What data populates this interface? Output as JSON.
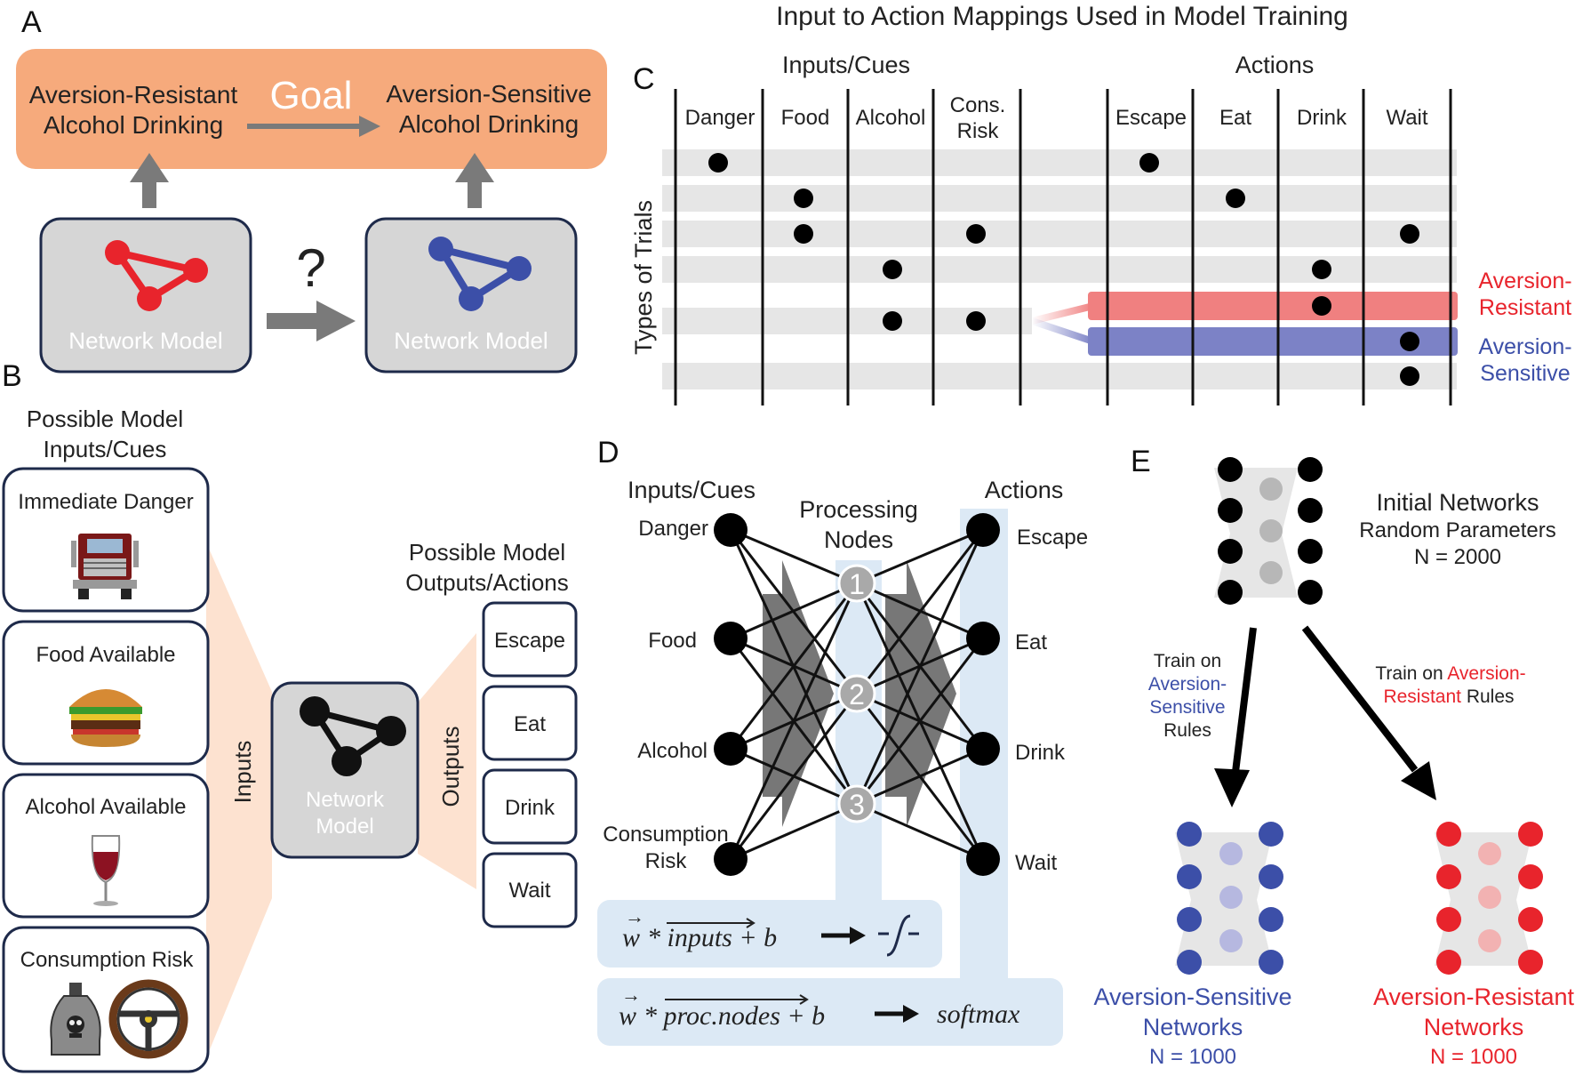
{
  "title": "Input to Action Mappings Used in Model Training",
  "panels": {
    "a": "A",
    "b": "B",
    "c": "C",
    "d": "D",
    "e": "E"
  },
  "panel_a": {
    "goal": "Goal",
    "from_line1": "Aversion-Resistant",
    "from_line2": "Alcohol Drinking",
    "to_line1": "Aversion-Sensitive",
    "to_line2": "Alcohol Drinking",
    "question": "?",
    "model_label": "Network Model",
    "colors": {
      "goal_box": "#f6aa7c",
      "red": "#e8242c",
      "blue": "#3c4fa8",
      "model_box": "#d6d6d6"
    }
  },
  "panel_b": {
    "inputs_title_line1": "Possible Model",
    "inputs_title_line2": "Inputs/Cues",
    "inputs": [
      "Immediate Danger",
      "Food Available",
      "Alcohol Available",
      "Consumption Risk"
    ],
    "inputs_icons": [
      "truck-icon",
      "burger-icon",
      "wine-glass-icon",
      "poison-bottle-icon",
      "steering-wheel-icon"
    ],
    "funnel_in_label": "Inputs",
    "funnel_out_label": "Outputs",
    "model_label_line1": "Network",
    "model_label_line2": "Model",
    "outputs_title_line1": "Possible Model",
    "outputs_title_line2": "Outputs/Actions",
    "outputs": [
      "Escape",
      "Eat",
      "Drink",
      "Wait"
    ],
    "colors": {
      "funnel": "#fde2d0"
    }
  },
  "panel_c": {
    "inputs_header": "Inputs/Cues",
    "actions_header": "Actions",
    "ylabel": "Types of Trials",
    "inputs": [
      "Danger",
      "Food",
      "Alcohol",
      "Cons.\nRisk"
    ],
    "actions": [
      "Escape",
      "Eat",
      "Drink",
      "Wait"
    ],
    "trials": [
      {
        "inputs": [
          "Danger"
        ],
        "actions": [
          "Escape"
        ]
      },
      {
        "inputs": [
          "Food"
        ],
        "actions": [
          "Eat"
        ]
      },
      {
        "inputs": [
          "Food",
          "Cons. Risk"
        ],
        "actions": [
          "Wait"
        ]
      },
      {
        "inputs": [
          "Alcohol"
        ],
        "actions": [
          "Drink"
        ]
      },
      {
        "inputs": [
          "Alcohol",
          "Cons. Risk"
        ],
        "actions": [
          "Drink",
          "Wait"
        ],
        "branches": [
          "Aversion-Resistant",
          "Aversion-Sensitive"
        ]
      },
      {
        "inputs": [],
        "actions": [
          "Wait"
        ]
      }
    ],
    "branch_resistant_line1": "Aversion-",
    "branch_resistant_line2": "Resistant",
    "branch_sensitive_line1": "Aversion-",
    "branch_sensitive_line2": "Sensitive",
    "colors": {
      "row": "#e6e6e6",
      "resistant": "#f08080",
      "sensitive": "#7c82c6",
      "resistant_text": "#e8242c",
      "sensitive_text": "#3c4fa8"
    }
  },
  "panel_d": {
    "inputs_header": "Inputs/Cues",
    "processing_header_line1": "Processing",
    "processing_header_line2": "Nodes",
    "actions_header": "Actions",
    "inputs": [
      "Danger",
      "Food",
      "Alcohol",
      "Consumption\nRisk"
    ],
    "processing_nodes": [
      "1",
      "2",
      "3"
    ],
    "actions": [
      "Escape",
      "Eat",
      "Drink",
      "Wait"
    ],
    "formula1": "w * inputs + b",
    "formula2": "w * proc.nodes + b",
    "activation2": "softmax",
    "colors": {
      "band": "#dce9f5",
      "node_gray": "#a9a9a9"
    }
  },
  "panel_e": {
    "initial_line1": "Initial Networks",
    "initial_line2": "Random Parameters",
    "initial_n": "N = 2000",
    "train_left_line1": "Train on",
    "train_left_line2": "Aversion-",
    "train_left_line3": "Sensitive",
    "train_left_line4": "Rules",
    "train_right_prefix": "Train on ",
    "train_right_colored1": "Aversion-",
    "train_right_colored2": "Resistant",
    "train_right_suffix": " Rules",
    "sensitive_line1": "Aversion-Sensitive",
    "sensitive_line2": "Networks",
    "sensitive_n": "N = 1000",
    "resistant_line1": "Aversion-Resistant",
    "resistant_line2": "Networks",
    "resistant_n": "N = 1000",
    "colors": {
      "sensitive": "#3c4fa8",
      "resistant": "#e8242c"
    }
  }
}
